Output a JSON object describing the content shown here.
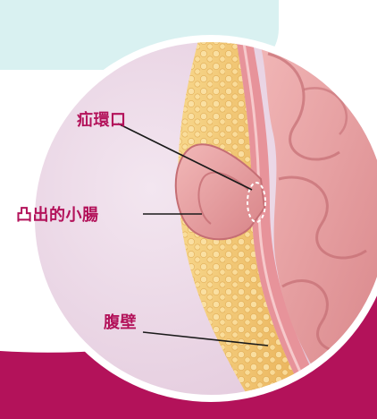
{
  "labels": {
    "hernia_ring": "疝環口",
    "protruding_intestine": "凸出的小腸",
    "abdominal_wall": "腹壁"
  },
  "colors": {
    "corner_panel": "#d9f1f1",
    "accent_band": "#b3125a",
    "circle_background": "#ecd7e6",
    "fat_layer": "#f3c36f",
    "muscle_layer": "#e9999f",
    "intestine": "#e7a0a3",
    "label_text": "#b3125a"
  },
  "icons": [
    "hernia-cross-section-illustration"
  ]
}
